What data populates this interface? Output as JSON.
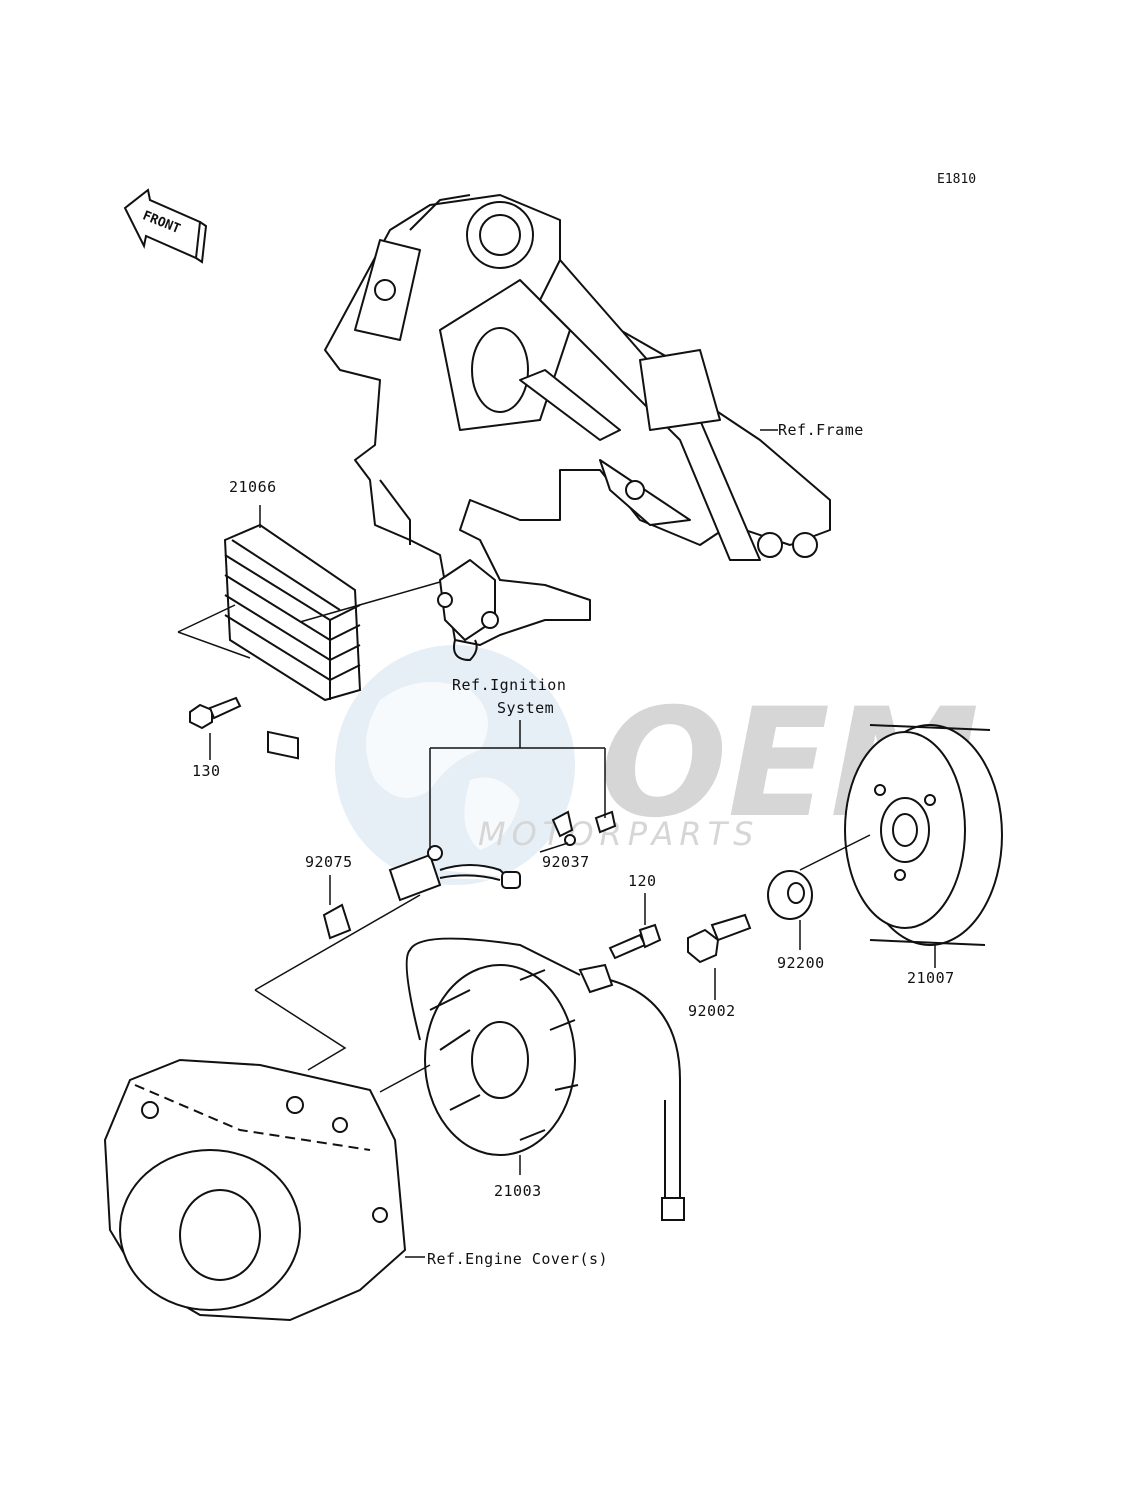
{
  "diagram": {
    "code": "E1810",
    "front_arrow_text": "FRONT",
    "watermark": {
      "brand": "OEM",
      "sub": "MOTORPARTS"
    },
    "refs": {
      "frame": "Ref.Frame",
      "ignition_line1": "Ref.Ignition",
      "ignition_line2": "System",
      "engine_cover": "Ref.Engine Cover(s)"
    },
    "parts": [
      {
        "id": "21066",
        "label": "21066"
      },
      {
        "id": "130",
        "label": "130"
      },
      {
        "id": "92075",
        "label": "92075"
      },
      {
        "id": "92037",
        "label": "92037"
      },
      {
        "id": "120",
        "label": "120"
      },
      {
        "id": "92002",
        "label": "92002"
      },
      {
        "id": "92200",
        "label": "92200"
      },
      {
        "id": "21007",
        "label": "21007"
      },
      {
        "id": "21003",
        "label": "21003"
      }
    ]
  }
}
